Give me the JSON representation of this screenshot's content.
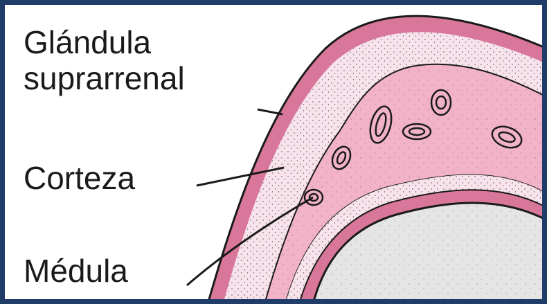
{
  "labels": {
    "gland_line1": "Glándula",
    "gland_line2": "suprarrenal",
    "cortex": "Corteza",
    "medulla": "Médula"
  },
  "colors": {
    "frame": "#1f3d68",
    "capsule": "#d8779a",
    "cortex_outer": "#f8e3ec",
    "medulla": "#f2b3c9",
    "kidney": "#e5e5e5",
    "outline": "#1a1a1a"
  }
}
